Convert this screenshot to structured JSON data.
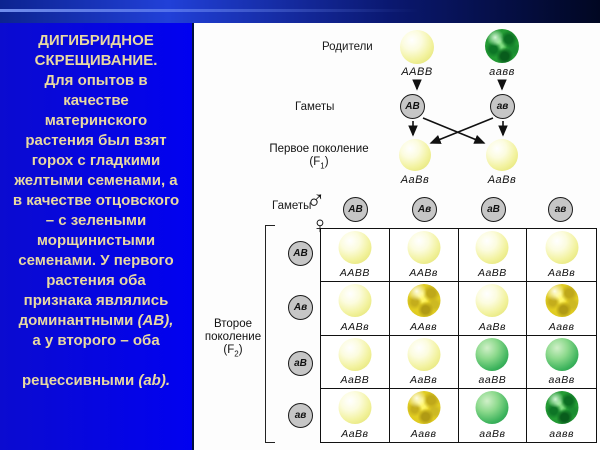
{
  "intro_panel": {
    "lines": [
      {
        "text": "ДИГИБРИДНОЕ"
      },
      {
        "text": "СКРЕЩИВАНИЕ."
      },
      {
        "text": "Для опытов в"
      },
      {
        "text": "качестве"
      },
      {
        "text": "материнского"
      },
      {
        "text": "растения был взят"
      },
      {
        "text": "горох с гладкими"
      },
      {
        "text": "желтыми семенами, а"
      },
      {
        "text": "в качестве отцовского"
      },
      {
        "text": "– с зелеными"
      },
      {
        "text": "морщинистыми"
      },
      {
        "text": "семенами. У первого"
      },
      {
        "text": "растения оба"
      },
      {
        "text": "признака являлись"
      },
      {
        "text": "доминантными ",
        "em": "(АВ),"
      },
      {
        "text": "а у второго – оба"
      },
      {
        "text": ""
      },
      {
        "text": "рецессивными ",
        "em": "(ab)."
      }
    ]
  },
  "diagram": {
    "parents_label": "Родители",
    "gametes_label": "Гаметы",
    "parents": [
      {
        "genotype": "ААВВ",
        "pea_class": "pea pea-ys"
      },
      {
        "genotype": "аавв",
        "pea_class": "pea pea-gw"
      }
    ],
    "parent_gametes": [
      "АВ",
      "ав"
    ],
    "f1_label_line1": "Первое поколение",
    "f1_paren_open": "(F",
    "f1_sub": "1",
    "f1_paren_close": ")",
    "f1_plants": [
      {
        "genotype": "АаВв",
        "pea_class": "pea pea-ys"
      },
      {
        "genotype": "АаВв",
        "pea_class": "pea pea-ys"
      }
    ],
    "f2_gametes_label": "Гаметы",
    "male_symbol": "♂",
    "female_symbol": "♀",
    "f2_label_line1": "Второе",
    "f2_label_line2": "поколение",
    "f2_paren_open": "(F",
    "f2_sub": "2",
    "f2_paren_close": ")",
    "col_gametes": [
      "АВ",
      "Ав",
      "аВ",
      "ав"
    ],
    "row_gametes": [
      "АВ",
      "Ав",
      "аВ",
      "ав"
    ],
    "punnett_cells": [
      [
        {
          "genotype": "ААВВ",
          "pea_class": "pea pea-ys"
        },
        {
          "genotype": "ААВв",
          "pea_class": "pea pea-ys"
        },
        {
          "genotype": "АаВВ",
          "pea_class": "pea pea-ys"
        },
        {
          "genotype": "АаВв",
          "pea_class": "pea pea-ys"
        }
      ],
      [
        {
          "genotype": "ААВв",
          "pea_class": "pea pea-ys"
        },
        {
          "genotype": "ААвв",
          "pea_class": "pea pea-yw"
        },
        {
          "genotype": "АаВв",
          "pea_class": "pea pea-ys"
        },
        {
          "genotype": "Аавв",
          "pea_class": "pea pea-yw"
        }
      ],
      [
        {
          "genotype": "АаВВ",
          "pea_class": "pea pea-ys"
        },
        {
          "genotype": "АаВв",
          "pea_class": "pea pea-ys"
        },
        {
          "genotype": "ааВВ",
          "pea_class": "pea pea-gs"
        },
        {
          "genotype": "ааВв",
          "pea_class": "pea pea-gs"
        }
      ],
      [
        {
          "genotype": "АаВв",
          "pea_class": "pea pea-ys"
        },
        {
          "genotype": "Аавв",
          "pea_class": "pea pea-yw"
        },
        {
          "genotype": "ааВв",
          "pea_class": "pea pea-gs"
        },
        {
          "genotype": "аавв",
          "pea_class": "pea pea-gw"
        }
      ]
    ]
  },
  "colors": {
    "panel_blue": "#0404e8",
    "intro_text": "#e8d9a2",
    "top_band_left": "#2140d8",
    "top_band_right": "#010722",
    "gamete_circle_fill": "#c6c6c6",
    "pea_yellow_smooth": "#f2f29e",
    "pea_yellow_wrinkled": "#eed926",
    "pea_green_smooth": "#3cb35c",
    "pea_green_wrinkled": "#2fae3c"
  }
}
